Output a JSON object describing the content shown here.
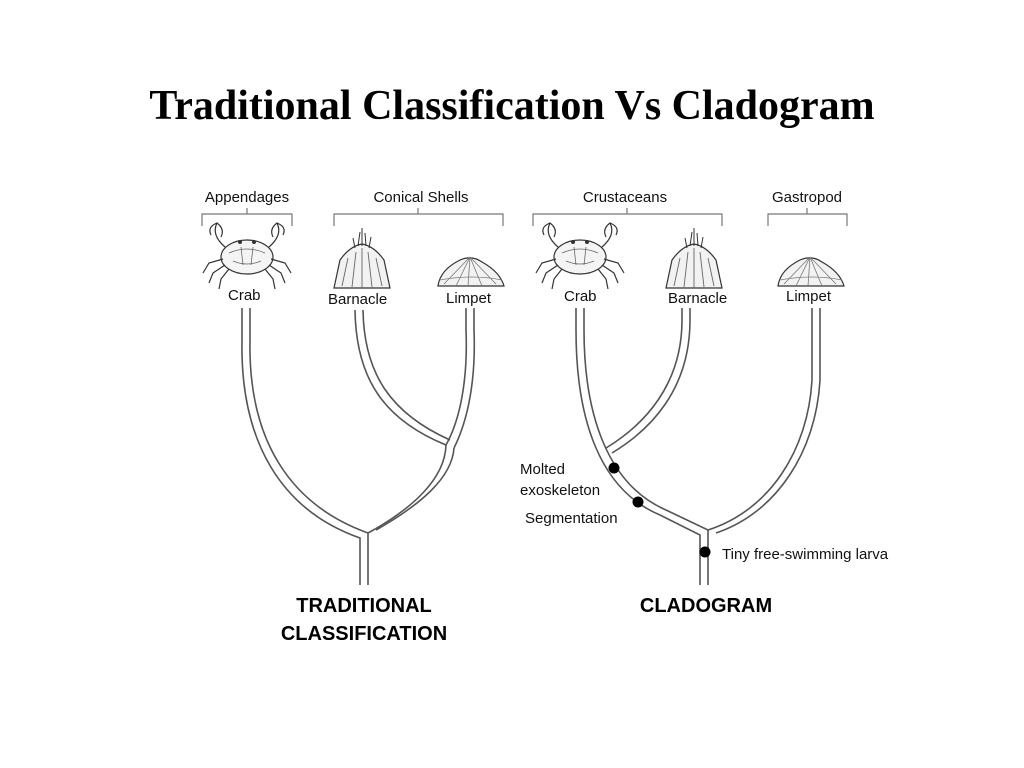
{
  "title": "Traditional Classification Vs Cladogram",
  "traditional": {
    "groups": [
      "Appendages",
      "Conical Shells"
    ],
    "organisms": [
      "Crab",
      "Barnacle",
      "Limpet"
    ],
    "caption_line1": "TRADITIONAL",
    "caption_line2": "CLASSIFICATION"
  },
  "cladogram": {
    "groups": [
      "Crustaceans",
      "Gastropod"
    ],
    "organisms": [
      "Crab",
      "Barnacle",
      "Limpet"
    ],
    "traits": [
      "Molted",
      "exoskeleton",
      "Segmentation",
      "Tiny free-swimming larva"
    ],
    "caption": "CLADOGRAM"
  },
  "colors": {
    "line": "#555555",
    "text": "#111111"
  },
  "icons": [
    "crab-icon",
    "barnacle-icon",
    "limpet-icon"
  ]
}
